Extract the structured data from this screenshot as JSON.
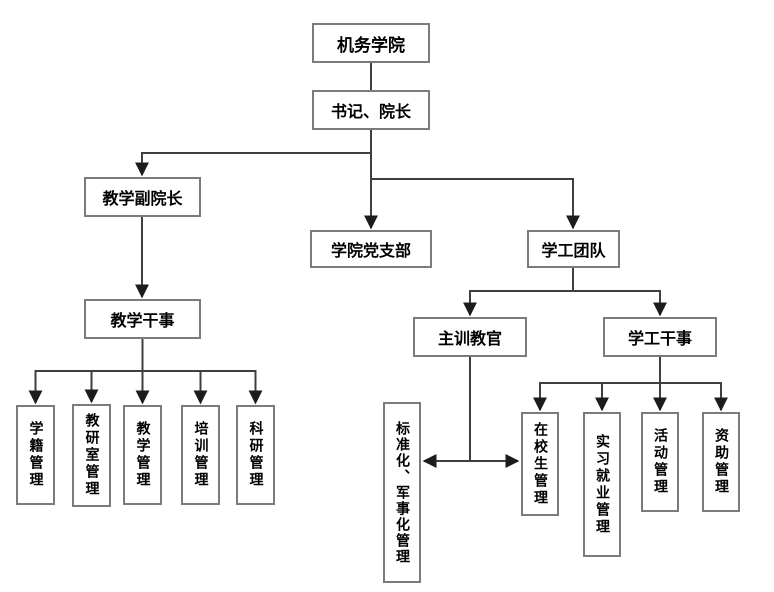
{
  "diagram": {
    "type": "org-chart",
    "colors": {
      "background": "#ffffff",
      "box_border": "#7b7b7b",
      "box_fill": "#ffffff",
      "line": "#3f3f3f",
      "arrow": "#1c1c1c",
      "text": "#000000"
    },
    "nodes": {
      "college": {
        "label": "机务学院"
      },
      "secretary_dean": {
        "label": "书记、院长"
      },
      "teaching_vice_dean": {
        "label": "教学副院长"
      },
      "party_branch": {
        "label": "学院党支部"
      },
      "student_work_team": {
        "label": "学工团队"
      },
      "teaching_clerk": {
        "label": "教学干事"
      },
      "chief_training_officer": {
        "label": "主训教官"
      },
      "student_work_clerk": {
        "label": "学工干事"
      },
      "student_registration": {
        "label": "学籍管理"
      },
      "teaching_research_office": {
        "label": "教研室管理"
      },
      "teaching_mgmt": {
        "label": "教学管理"
      },
      "training_mgmt": {
        "label": "培训管理"
      },
      "research_mgmt": {
        "label": "科研管理"
      },
      "standardization_militarization": {
        "label": "标准化、军事化管理"
      },
      "enrolled_students": {
        "label": "在校生管理"
      },
      "internship_employment": {
        "label": "实习就业管理"
      },
      "activity_mgmt": {
        "label": "活动管理"
      },
      "subsidy_mgmt": {
        "label": "资助管理"
      }
    },
    "edges": [
      {
        "from": "college",
        "to": "secretary_dean",
        "arrow": "none"
      },
      {
        "from": "secretary_dean",
        "to": "teaching_vice_dean",
        "arrow": "end"
      },
      {
        "from": "secretary_dean",
        "to": "party_branch",
        "arrow": "end"
      },
      {
        "from": "secretary_dean",
        "to": "student_work_team",
        "arrow": "end"
      },
      {
        "from": "teaching_vice_dean",
        "to": "teaching_clerk",
        "arrow": "end"
      },
      {
        "from": "teaching_clerk",
        "to": "student_registration",
        "arrow": "end"
      },
      {
        "from": "teaching_clerk",
        "to": "teaching_research_office",
        "arrow": "end"
      },
      {
        "from": "teaching_clerk",
        "to": "teaching_mgmt",
        "arrow": "end"
      },
      {
        "from": "teaching_clerk",
        "to": "training_mgmt",
        "arrow": "end"
      },
      {
        "from": "teaching_clerk",
        "to": "research_mgmt",
        "arrow": "end"
      },
      {
        "from": "student_work_team",
        "to": "chief_training_officer",
        "arrow": "end"
      },
      {
        "from": "student_work_team",
        "to": "student_work_clerk",
        "arrow": "end"
      },
      {
        "from": "chief_training_officer",
        "to": "standardization_militarization",
        "arrow": "end"
      },
      {
        "from": "chief_training_officer",
        "to": "enrolled_students",
        "arrow": "end"
      },
      {
        "from": "student_work_clerk",
        "to": "enrolled_students",
        "arrow": "end"
      },
      {
        "from": "student_work_clerk",
        "to": "internship_employment",
        "arrow": "end"
      },
      {
        "from": "student_work_clerk",
        "to": "activity_mgmt",
        "arrow": "end"
      },
      {
        "from": "student_work_clerk",
        "to": "subsidy_mgmt",
        "arrow": "end"
      }
    ]
  }
}
